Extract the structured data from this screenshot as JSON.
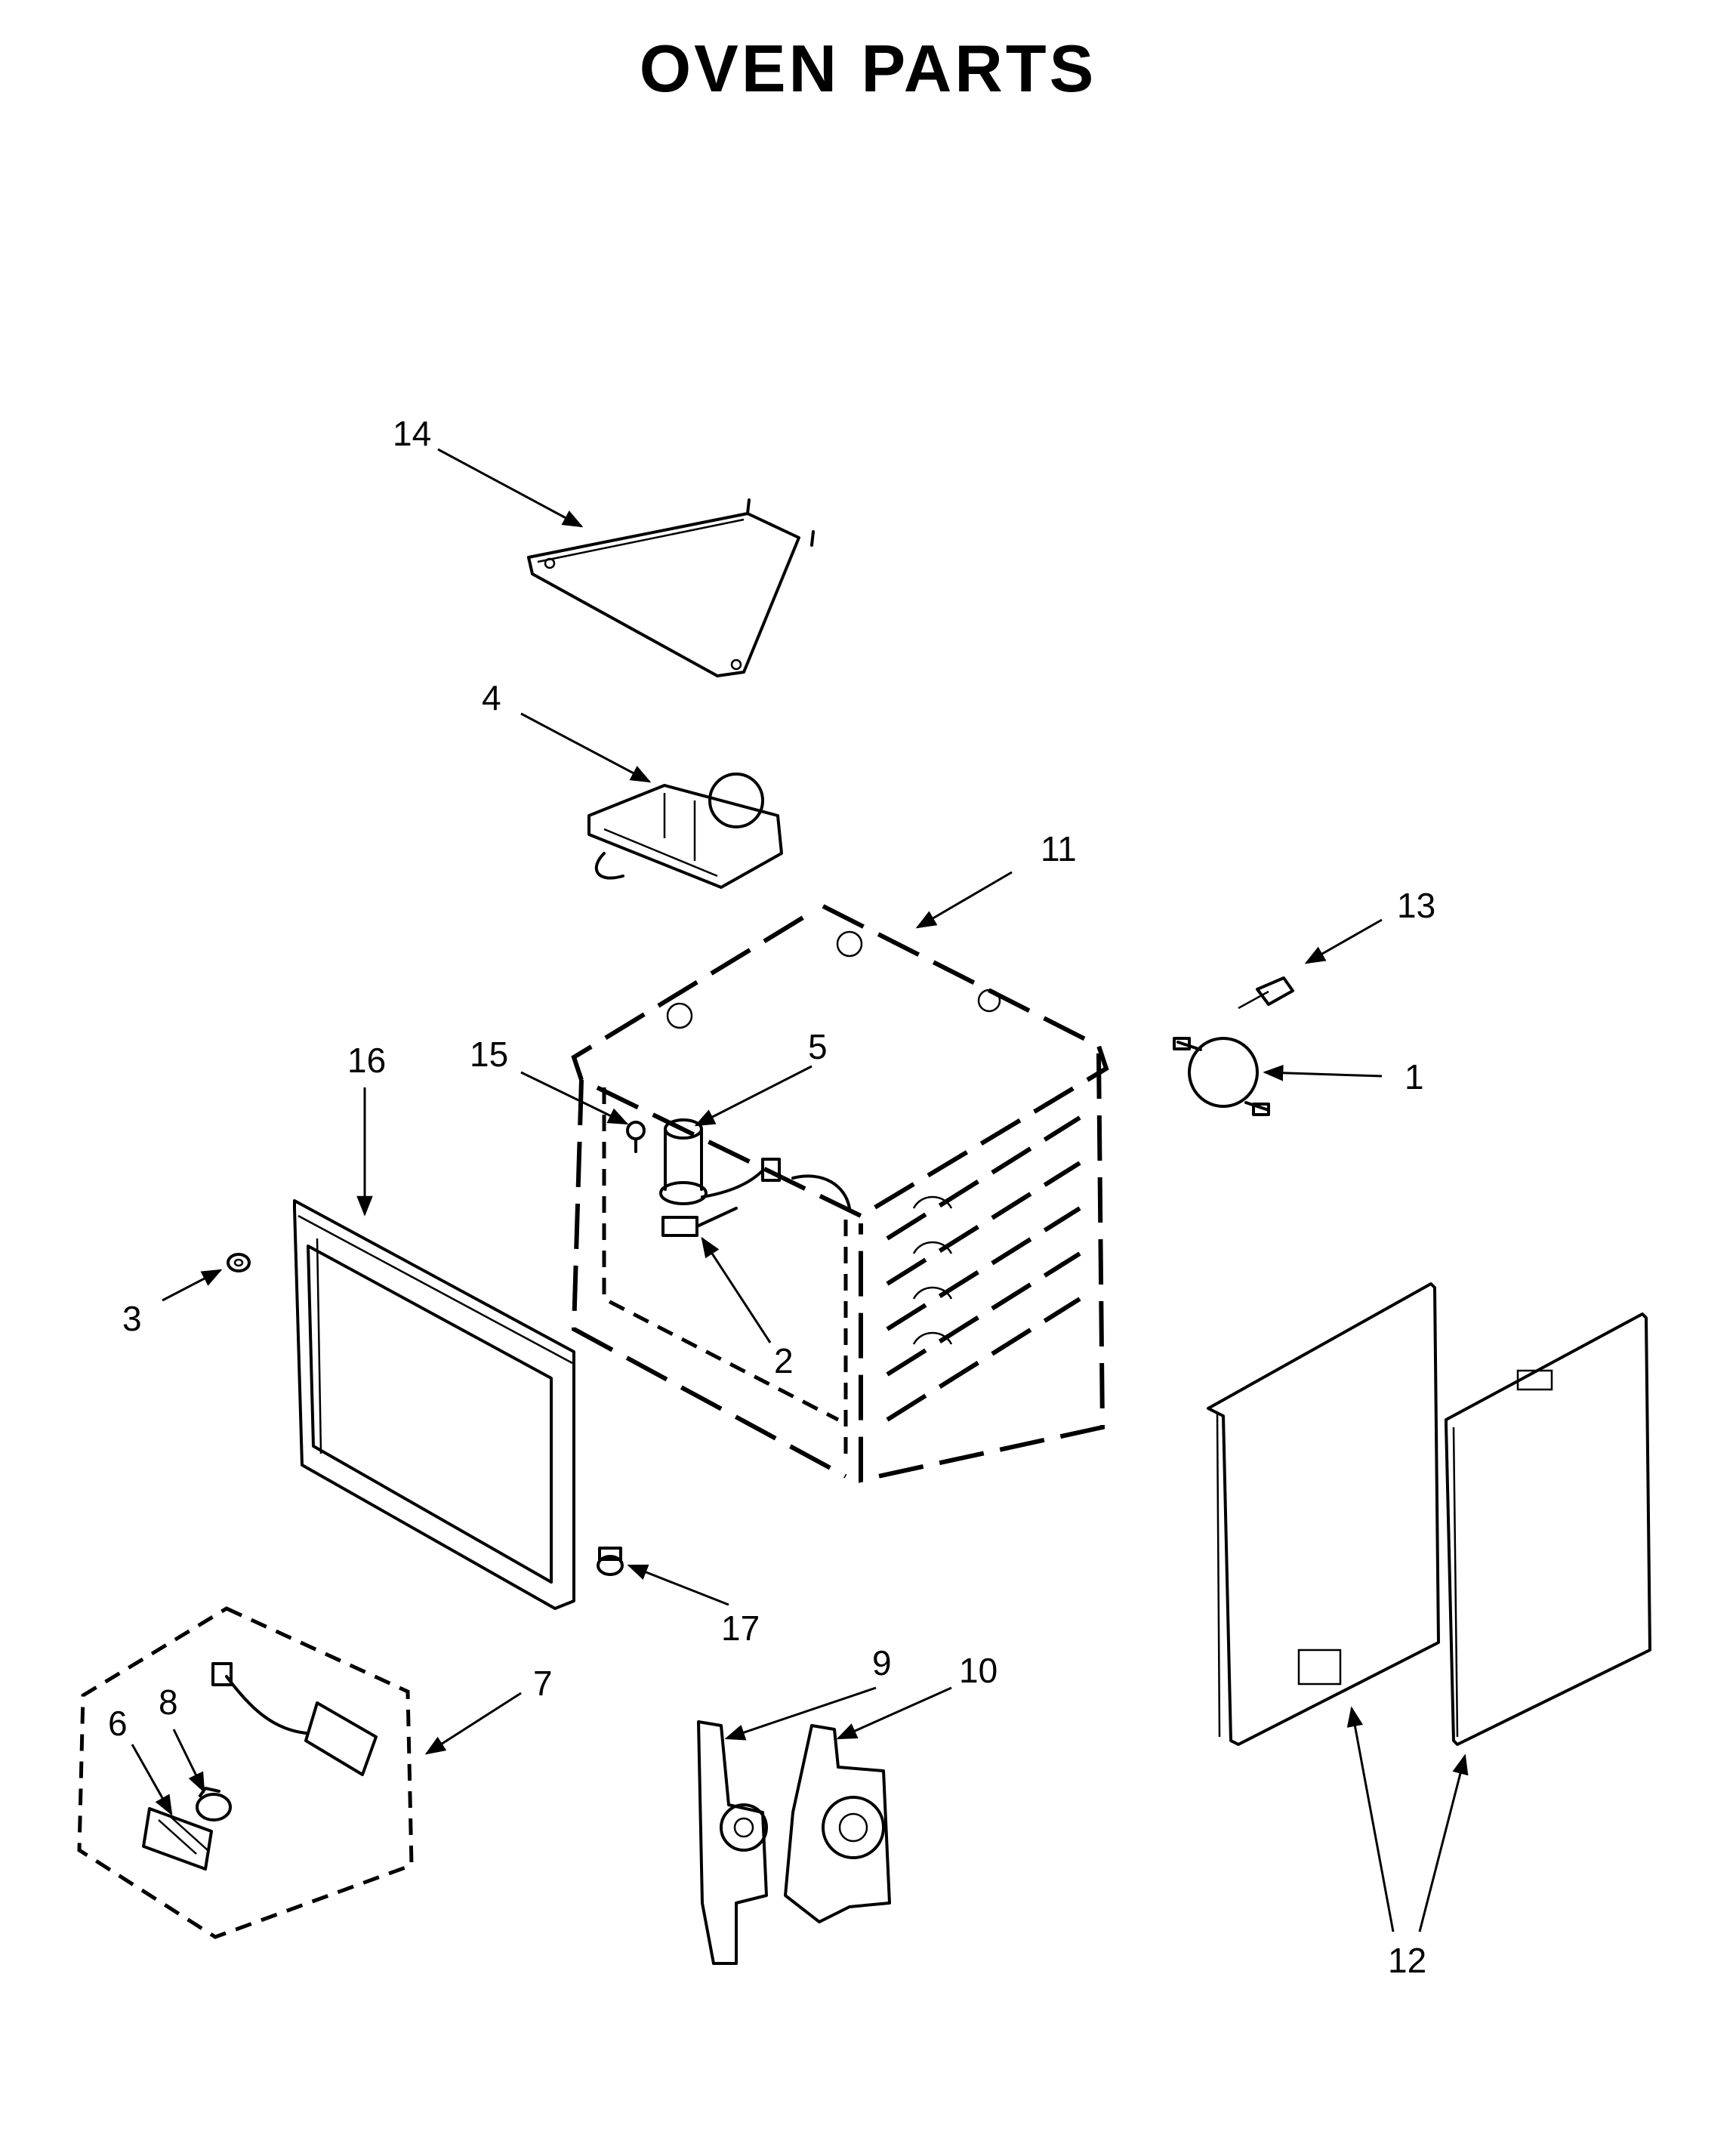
{
  "title": "OVEN PARTS",
  "callouts": {
    "c1": "1",
    "c2": "2",
    "c3": "3",
    "c4": "4",
    "c5": "5",
    "c6": "6",
    "c7": "7",
    "c8": "8",
    "c9": "9",
    "c10": "10",
    "c11": "11",
    "c12": "12",
    "c13": "13",
    "c14": "14",
    "c15": "15",
    "c16": "16",
    "c17": "17"
  }
}
